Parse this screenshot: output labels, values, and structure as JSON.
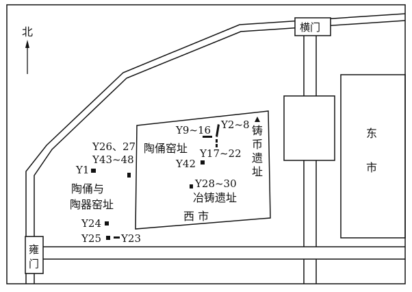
{
  "map": {
    "north_label": "北",
    "gates": {
      "north_east_gate": "横门",
      "west_gate": "雍门"
    },
    "areas": {
      "east_market_char1": "东",
      "east_market_char2": "市",
      "west_market": "西 市",
      "pottery_figure_kiln_site": "陶俑窑址",
      "pottery_and_ware_line1": "陶俑与",
      "pottery_and_ware_line2": "陶器窑址",
      "smelting_casting_site": "冶铸遗址",
      "coin_casting_chars": [
        "铸",
        "币",
        "遗",
        "址"
      ]
    },
    "kilns": {
      "y1": "Y1",
      "y2_8": "Y2~8",
      "y9_16": "Y9~16",
      "y17_22": "Y17~22",
      "y23": "Y23",
      "y24": "Y24",
      "y25": "Y25",
      "y26_27": "Y26、27",
      "y28_30": "Y28~30",
      "y42": "Y42",
      "y43_48": "Y43~48"
    },
    "colors": {
      "ink": "#111111",
      "paper": "#ffffff"
    }
  }
}
